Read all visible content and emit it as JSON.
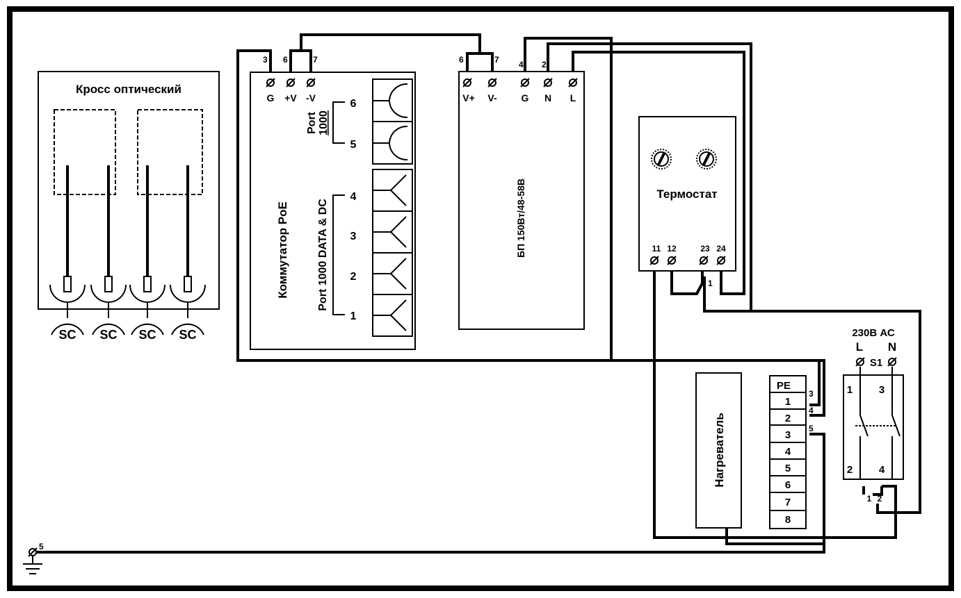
{
  "optical_cross": {
    "title": "Кросс оптический",
    "connectors": [
      "SC",
      "SC",
      "SC",
      "SC"
    ]
  },
  "switch": {
    "title": "Коммутатор PoE",
    "terminals": [
      {
        "wire": "3",
        "label": "G"
      },
      {
        "wire": "6",
        "label": "+V"
      },
      {
        "wire": "7",
        "label": "-V"
      }
    ],
    "port_group_1": {
      "label_line1": "Port",
      "label_line2": "1000",
      "ports": [
        "6",
        "5"
      ]
    },
    "port_group_2": {
      "label": "Port 1000 DATA & DC",
      "ports": [
        "4",
        "3",
        "2",
        "1"
      ]
    }
  },
  "psu": {
    "title": "БП 150Вт/48-58В",
    "terminals": [
      {
        "wire": "6",
        "label": "V+"
      },
      {
        "wire": "7",
        "label": "V-"
      },
      {
        "wire": "4",
        "label": "G"
      },
      {
        "wire": "2",
        "label": "N"
      },
      {
        "wire": "",
        "label": "L"
      }
    ]
  },
  "thermostat": {
    "title": "Термостат",
    "terminals": [
      "11",
      "12",
      "23",
      "24"
    ],
    "wire_label": "1"
  },
  "heater": {
    "title": "Нагреватель"
  },
  "pe_block": {
    "title": "PE",
    "rows": [
      "1",
      "2",
      "3",
      "4",
      "5",
      "6",
      "7",
      "8"
    ],
    "wire_labels": [
      "3",
      "4",
      "5"
    ]
  },
  "breaker": {
    "supply": "230В АС",
    "name": "S1",
    "terminal_l": "L",
    "terminal_n": "N",
    "pins": [
      "1",
      "3",
      "2",
      "4"
    ],
    "wire_labels": [
      "1",
      "2"
    ]
  },
  "ground": {
    "wire_label": "5"
  }
}
